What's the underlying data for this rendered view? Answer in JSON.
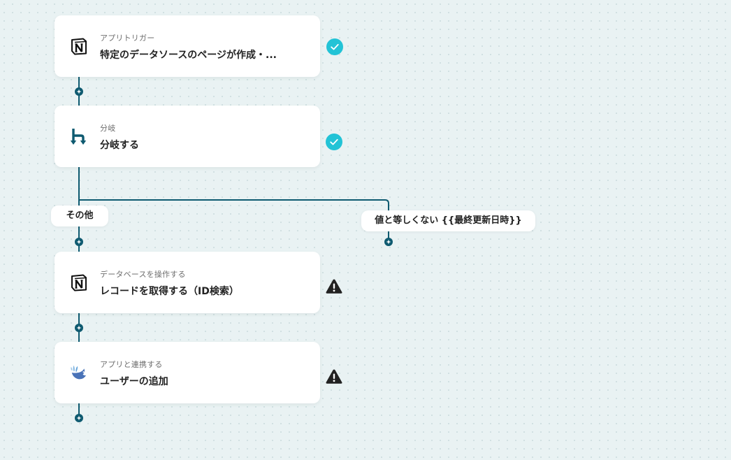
{
  "colors": {
    "connector": "#0e5a70",
    "check": "#22c3d6",
    "warning": "#222222",
    "card": "#ffffff"
  },
  "steps": [
    {
      "subtitle": "アプリトリガー",
      "title": "特定のデータソースのページが作成・...",
      "icon": "notion-icon",
      "status": "success"
    },
    {
      "subtitle": "分岐",
      "title": "分岐する",
      "icon": "branch-icon",
      "status": "success"
    },
    {
      "subtitle": "データベースを操作する",
      "title": "レコードを取得する（ID検索）",
      "icon": "notion-icon",
      "status": "warning"
    },
    {
      "subtitle": "アプリと連携する",
      "title": "ユーザーの追加",
      "icon": "bird-icon",
      "status": "warning"
    }
  ],
  "branches": {
    "left_label": "その他",
    "right_label": "値と等しくない {{最終更新日時}}"
  }
}
